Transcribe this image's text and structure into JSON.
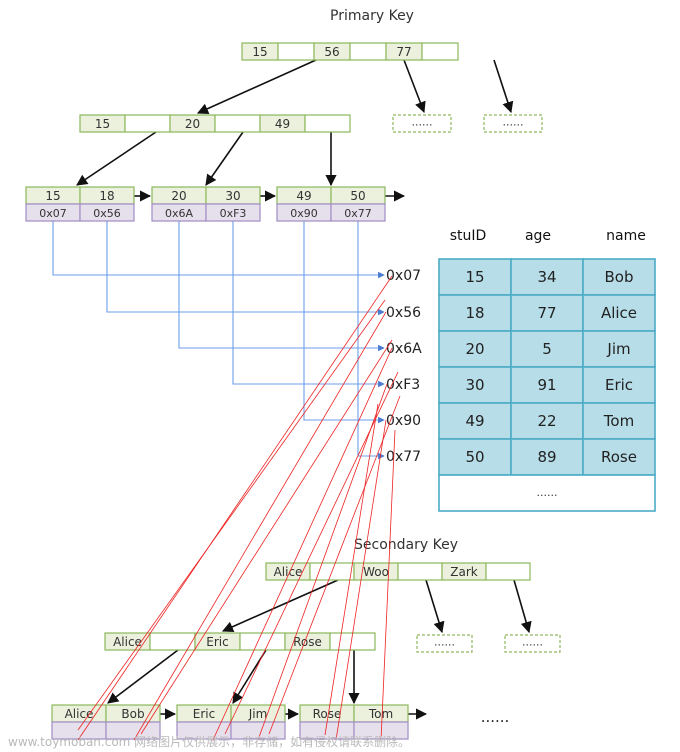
{
  "primary_key": {
    "title": "Primary Key",
    "root": [
      "15",
      "56",
      "77"
    ],
    "level2": [
      "15",
      "20",
      "49"
    ],
    "leaves": [
      {
        "keys": [
          "15",
          "18"
        ],
        "ptrs": [
          "0x07",
          "0x56"
        ]
      },
      {
        "keys": [
          "20",
          "30"
        ],
        "ptrs": [
          "0x6A",
          "0xF3"
        ]
      },
      {
        "keys": [
          "49",
          "50"
        ],
        "ptrs": [
          "0x90",
          "0x77"
        ]
      }
    ],
    "placeholder": "......"
  },
  "addresses": [
    "0x07",
    "0x56",
    "0x6A",
    "0xF3",
    "0x90",
    "0x77"
  ],
  "table": {
    "headers": [
      "stuID",
      "age",
      "name"
    ],
    "rows": [
      [
        "15",
        "34",
        "Bob"
      ],
      [
        "18",
        "77",
        "Alice"
      ],
      [
        "20",
        "5",
        "Jim"
      ],
      [
        "30",
        "91",
        "Eric"
      ],
      [
        "49",
        "22",
        "Tom"
      ],
      [
        "50",
        "89",
        "Rose"
      ]
    ],
    "more": "......"
  },
  "secondary_key": {
    "title": "Secondary Key",
    "root": [
      "Alice",
      "Woo",
      "Zark"
    ],
    "level2": [
      "Alice",
      "Eric",
      "Rose"
    ],
    "leaves": [
      {
        "keys": [
          "Alice",
          "Bob"
        ]
      },
      {
        "keys": [
          "Eric",
          "Jim"
        ]
      },
      {
        "keys": [
          "Rose",
          "Tom"
        ]
      }
    ],
    "placeholder": "......",
    "more": "......"
  },
  "watermark": "www.toymoban.com 网络图片仅供展示，非存储，如有侵权请联系删除。",
  "colors": {
    "key_border": "#8db85c",
    "key_fill": "#ebf1dd",
    "ptr_border": "#a08cc4",
    "ptr_fill": "#e6e0ec",
    "dash_border": "#8db85c",
    "blue_line": "#6d9eeb",
    "red_line": "#ee2222",
    "table_fill": "#b7dde8",
    "table_border": "#4bacc6",
    "arrow": "#111111"
  }
}
